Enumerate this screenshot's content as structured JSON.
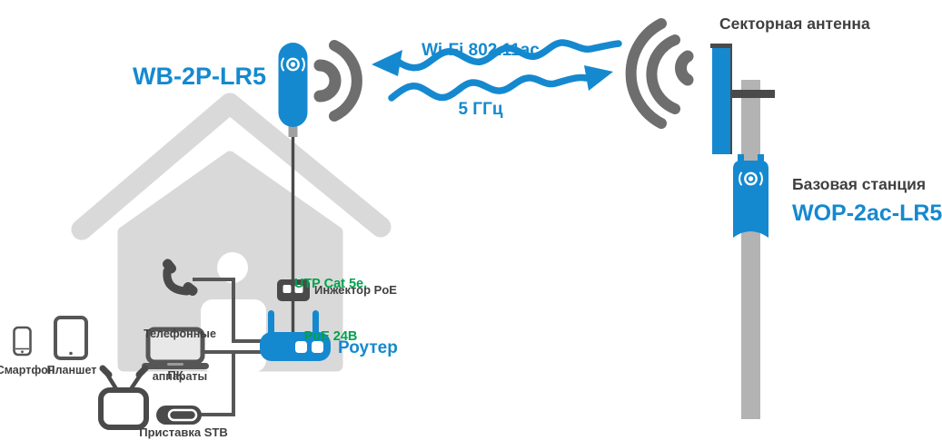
{
  "wifi_link": {
    "standard": "Wi-Fi 802.11ac",
    "band": "5 ГГц"
  },
  "house": {
    "device_model": "WB-2P-LR5",
    "cable_label_line1": "UTP Cat 5e,",
    "cable_label_line2": "PoE 24В",
    "injector_label": "Инжектор PoE",
    "router_label": "Роутер",
    "phones_label_line1": "Телефонные",
    "phones_label_line2": "аппараты",
    "pc_label": "ПК",
    "smartphone_label": "Смартфон",
    "tablet_label": "Планшет",
    "stb_label": "Приставка STB"
  },
  "station": {
    "antenna_label": "Секторная антенна",
    "station_label": "Базовая станция",
    "model": "WOP-2ac-LR5"
  },
  "colors": {
    "accent_blue": "#1589cf",
    "green": "#00a14b",
    "dark_text": "#404040",
    "icon_gray": "#565656",
    "signal_gray": "#6e6e6e",
    "house_gray": "#d9d9d9",
    "pole_gray": "#b3b3b3"
  },
  "icons": [
    "house-icon",
    "wb2p-device-icon",
    "wifi-emblem-icon",
    "wifi-signal-right-icon",
    "wifi-arrow-left-icon",
    "wifi-arrow-right-icon",
    "wifi-signal-left-icon",
    "sector-antenna-icon",
    "mast-pole",
    "wop-device-icon",
    "ethernet-cable",
    "poe-injector-icon",
    "router-icon",
    "phone-handset-icon",
    "laptop-icon",
    "smartphone-icon",
    "tablet-icon",
    "tv-icon",
    "stb-icon"
  ]
}
